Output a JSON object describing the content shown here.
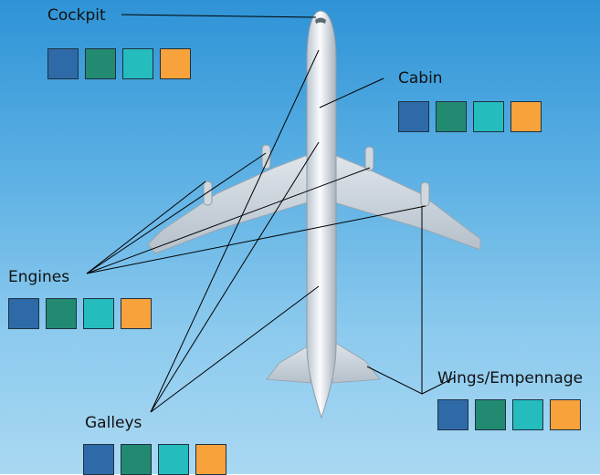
{
  "labels": {
    "cockpit": "Cockpit",
    "cabin": "Cabin",
    "engines": "Engines",
    "galleys": "Galleys",
    "wings_empennage": "Wings/Empennage"
  },
  "swatch_colors": [
    "#2f6aa8",
    "#238a72",
    "#25bcbd",
    "#f7a23b"
  ],
  "background": {
    "top": "#2e93d6",
    "bottom": "#a9d8f2"
  },
  "aircraft_color": "#e8edf2"
}
